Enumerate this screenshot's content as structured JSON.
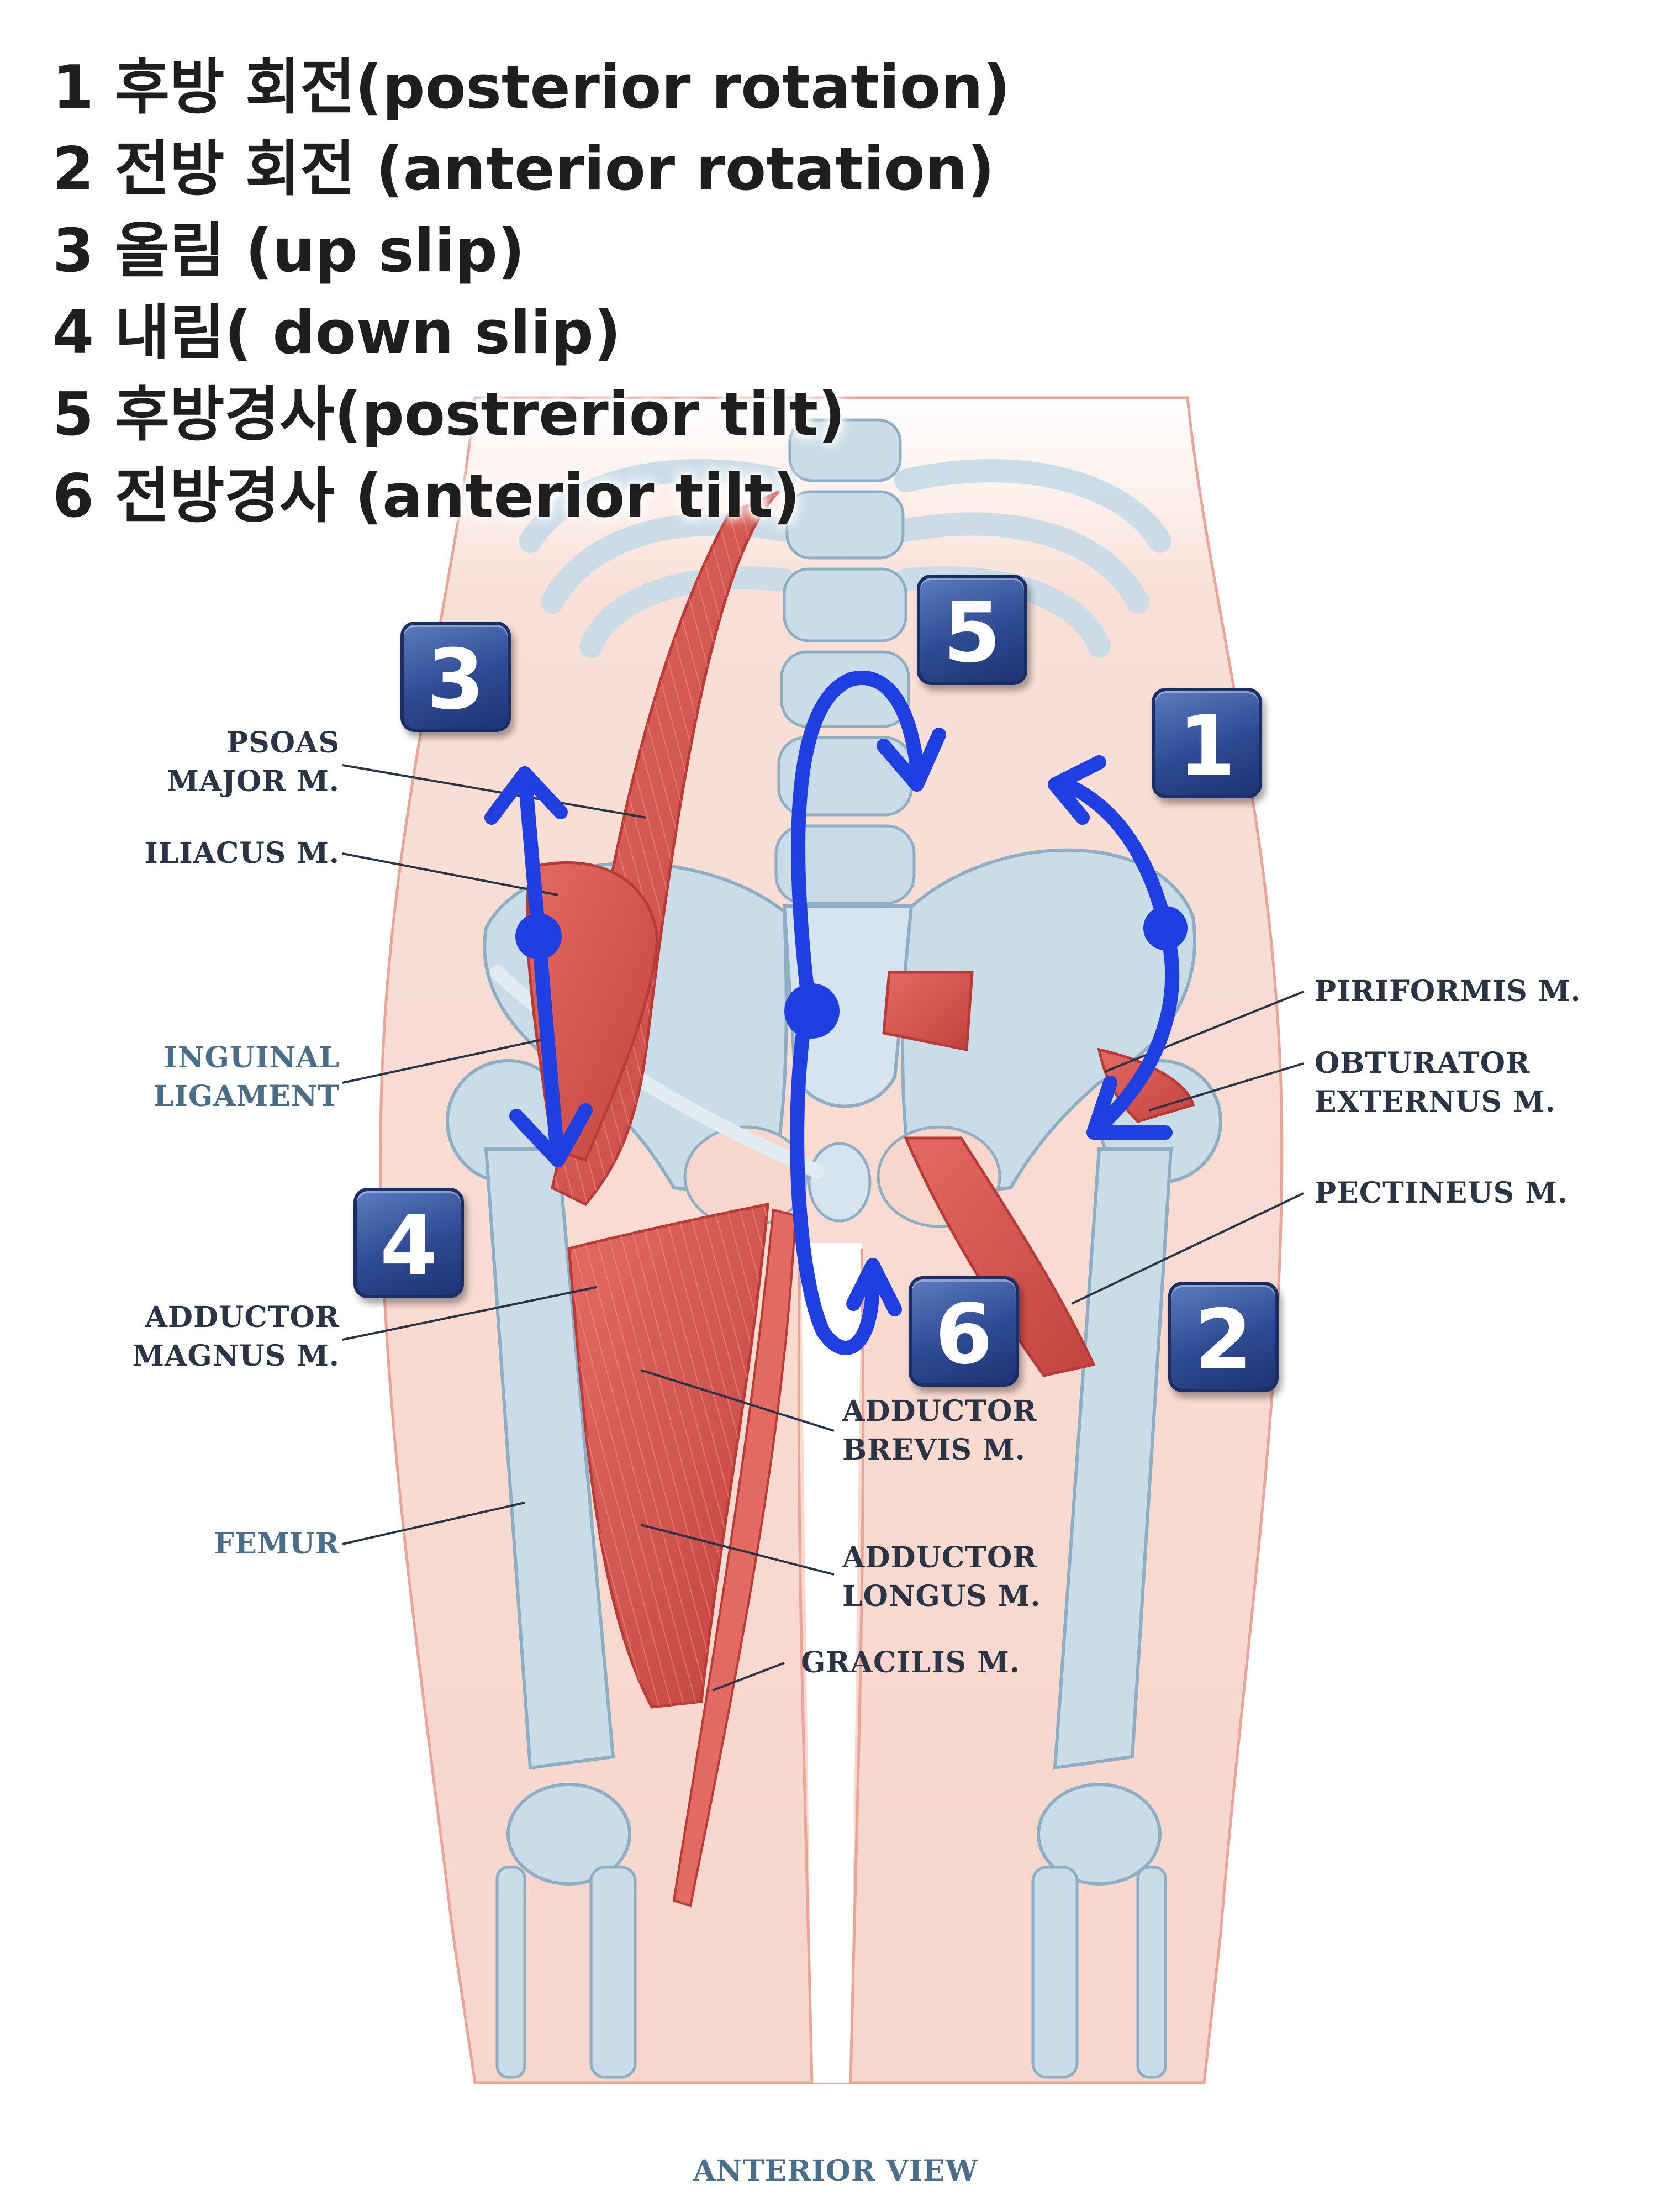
{
  "title_list": [
    "1 후방 회전(posterior rotation)",
    "2 전방 회전 (anterior rotation)",
    "3 올림 (up slip)",
    "4 내림( down slip)",
    "5 후방경사(postrerior tilt)",
    "6 전방경사 (anterior tilt)"
  ],
  "badges": [
    "1",
    "2",
    "3",
    "4",
    "5",
    "6"
  ],
  "labels": {
    "psoas_major": [
      "PSOAS",
      "MAJOR M."
    ],
    "iliacus": [
      "ILIACUS M."
    ],
    "inguinal_ligament": [
      "INGUINAL",
      "LIGAMENT"
    ],
    "adductor_magnus": [
      "ADDUCTOR",
      "MAGNUS M."
    ],
    "femur": [
      "FEMUR"
    ],
    "piriformis": [
      "PIRIFORMIS M."
    ],
    "obturator_externus": [
      "OBTURATOR",
      "EXTERNUS M."
    ],
    "pectineus": [
      "PECTINEUS M."
    ],
    "adductor_brevis": [
      "ADDUCTOR",
      "BREVIS M."
    ],
    "adductor_longus": [
      "ADDUCTOR",
      "LONGUS M."
    ],
    "gracilis": [
      "GRACILIS M."
    ]
  },
  "footer": "ANTERIOR VIEW",
  "colors": {
    "skin": "#f7d6cc",
    "skin_outline": "#e8a59a",
    "bone": "#c9dce8",
    "bone_outline": "#8eaec4",
    "muscle": "#d9534f",
    "muscle_dark": "#b93a37",
    "arrow": "#1f3fe0",
    "badge": "#2d4a92"
  }
}
